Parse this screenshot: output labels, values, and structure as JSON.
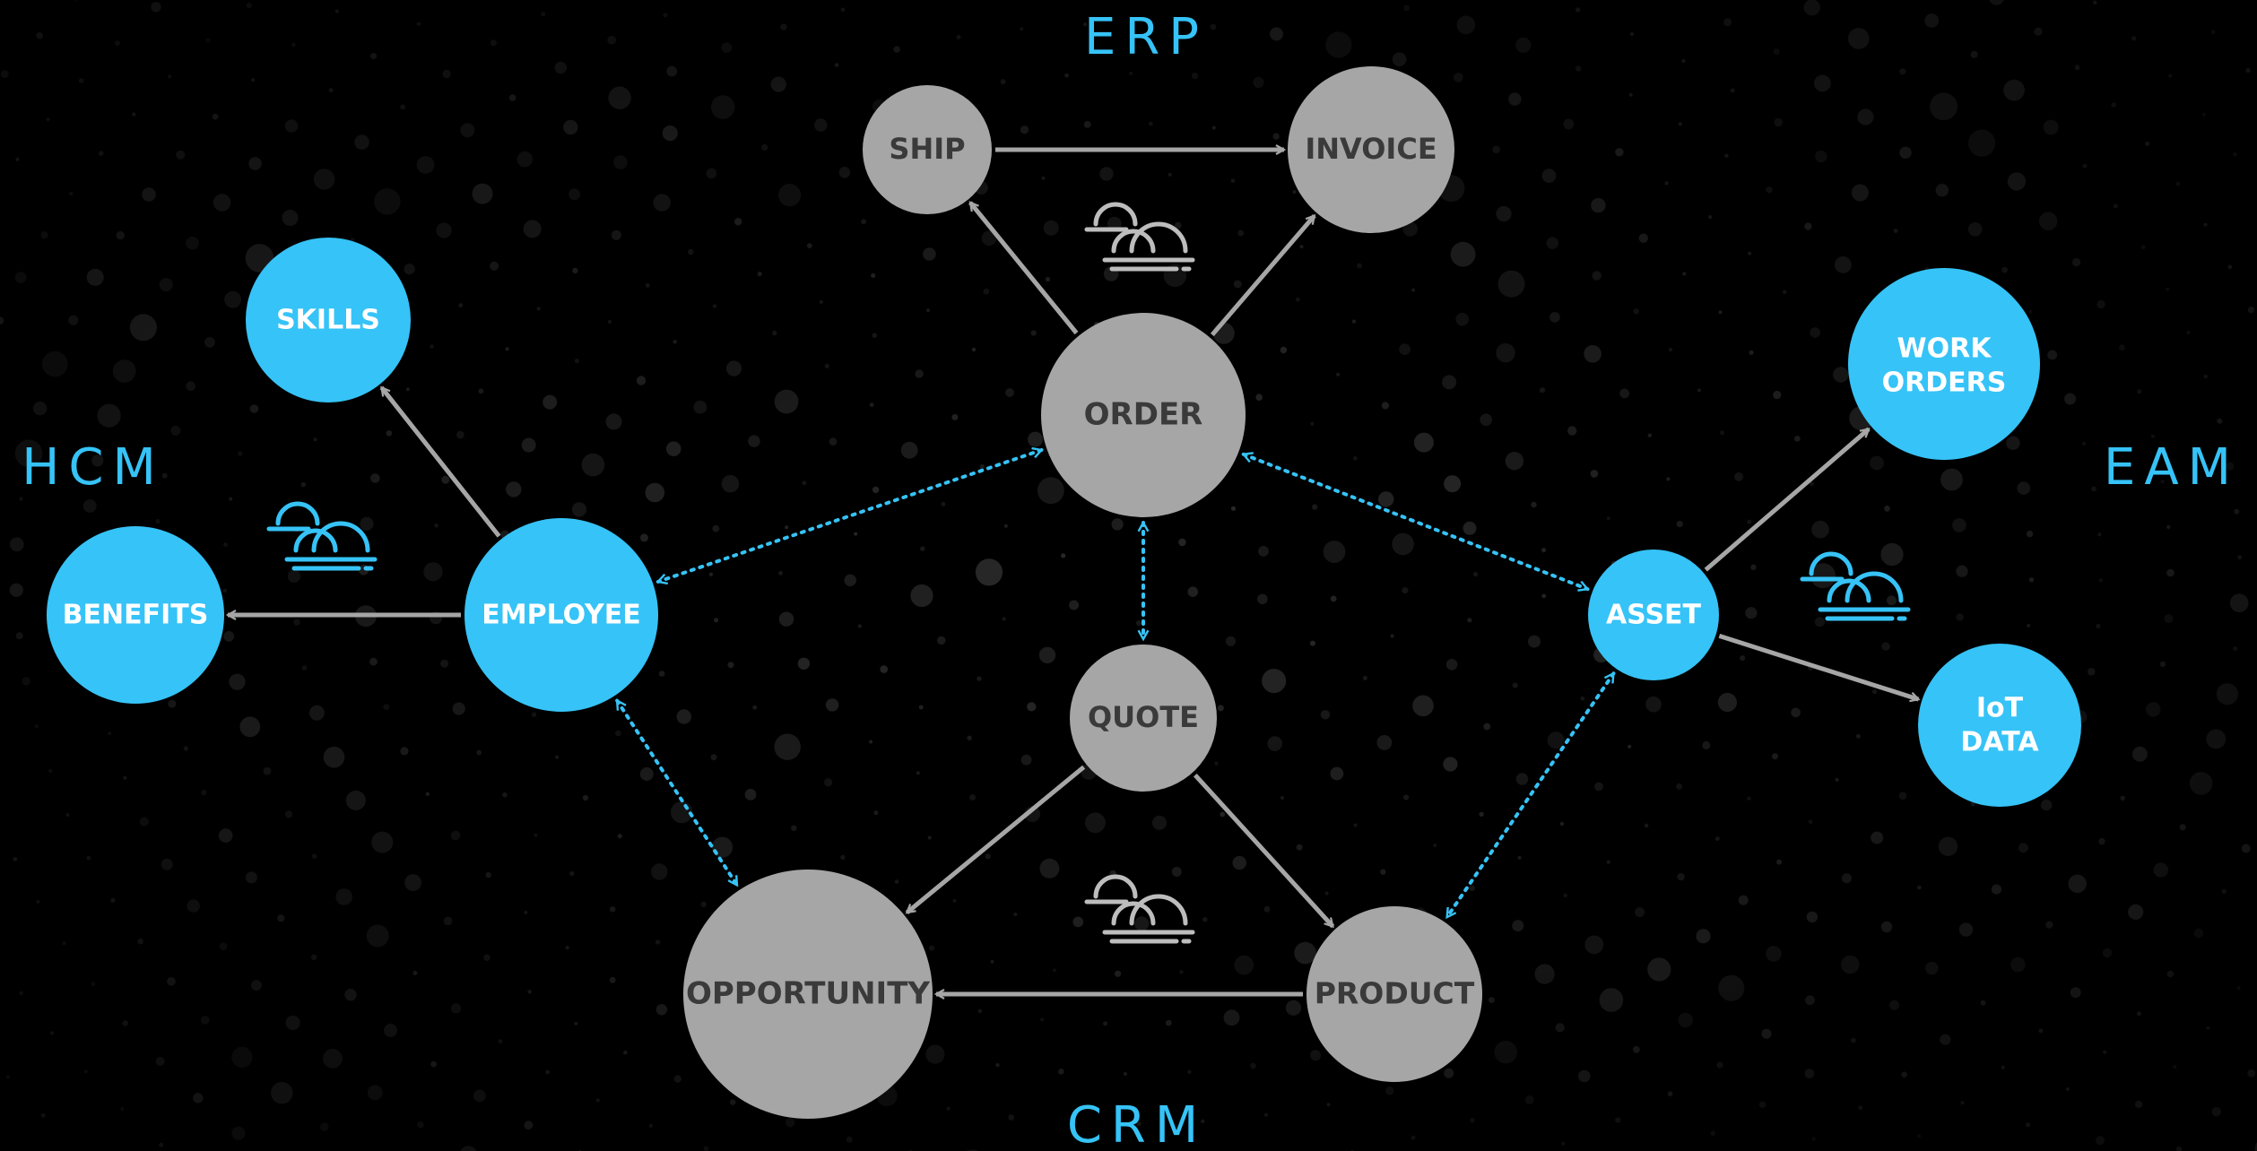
{
  "colors": {
    "background": "#000000",
    "dots": "#2a2a2a",
    "gray_node": "#a6a6a6",
    "gray_text": "#3a3a3a",
    "blue_node": "#36c3f7",
    "blue_text": "#ffffff",
    "domain_label": "#36c3f7",
    "arrow_gray": "#a6a6a6",
    "arrow_blue": "#36c3f7"
  },
  "domains": {
    "erp": "ERP",
    "hcm": "HCM",
    "eam": "EAM",
    "crm": "CRM"
  },
  "nodes": {
    "ship": {
      "line1": "SHIP",
      "line2": ""
    },
    "invoice": {
      "line1": "INVOICE",
      "line2": ""
    },
    "order": {
      "line1": "ORDER",
      "line2": ""
    },
    "quote": {
      "line1": "QUOTE",
      "line2": ""
    },
    "opportunity": {
      "line1": "OPPORTUNITY",
      "line2": ""
    },
    "product": {
      "line1": "PRODUCT",
      "line2": ""
    },
    "skills": {
      "line1": "SKILLS",
      "line2": ""
    },
    "benefits": {
      "line1": "BENEFITS",
      "line2": ""
    },
    "employee": {
      "line1": "EMPLOYEE",
      "line2": ""
    },
    "asset": {
      "line1": "ASSET",
      "line2": ""
    },
    "work_orders": {
      "line1": "WORK",
      "line2": "ORDERS"
    },
    "iot_data": {
      "line1": "IoT",
      "line2": "DATA"
    }
  },
  "edges": [
    {
      "from": "ship",
      "to": "invoice",
      "style": "solid"
    },
    {
      "from": "order",
      "to": "ship",
      "style": "solid"
    },
    {
      "from": "order",
      "to": "invoice",
      "style": "solid"
    },
    {
      "from": "quote",
      "to": "opportunity",
      "style": "solid"
    },
    {
      "from": "quote",
      "to": "product",
      "style": "solid"
    },
    {
      "from": "product",
      "to": "opportunity",
      "style": "solid"
    },
    {
      "from": "employee",
      "to": "skills",
      "style": "solid"
    },
    {
      "from": "employee",
      "to": "benefits",
      "style": "solid"
    },
    {
      "from": "asset",
      "to": "work_orders",
      "style": "solid"
    },
    {
      "from": "asset",
      "to": "iot_data",
      "style": "solid"
    },
    {
      "from": "order",
      "to": "employee",
      "style": "dotted"
    },
    {
      "from": "order",
      "to": "asset",
      "style": "dotted"
    },
    {
      "from": "order",
      "to": "quote",
      "style": "dotted"
    },
    {
      "from": "employee",
      "to": "opportunity",
      "style": "dotted"
    },
    {
      "from": "asset",
      "to": "product",
      "style": "dotted"
    }
  ],
  "icons": [
    "cloud-icon",
    "cloud-icon",
    "cloud-icon",
    "cloud-icon"
  ]
}
